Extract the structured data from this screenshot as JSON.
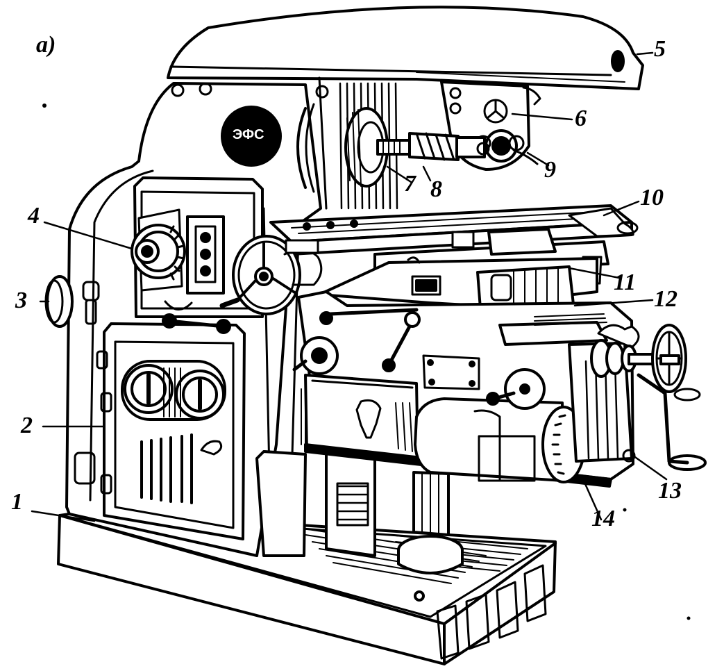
{
  "figure": {
    "panel_label": "a)",
    "badge_text": "ЭФС",
    "callouts": [
      {
        "id": "1",
        "text": "1"
      },
      {
        "id": "2",
        "text": "2"
      },
      {
        "id": "3",
        "text": "3"
      },
      {
        "id": "4",
        "text": "4"
      },
      {
        "id": "5",
        "text": "5"
      },
      {
        "id": "6",
        "text": "6"
      },
      {
        "id": "7",
        "text": "7"
      },
      {
        "id": "8",
        "text": "8"
      },
      {
        "id": "9",
        "text": "9"
      },
      {
        "id": "10",
        "text": "10"
      },
      {
        "id": "11",
        "text": "11"
      },
      {
        "id": "12",
        "text": "12"
      },
      {
        "id": "13",
        "text": "13"
      },
      {
        "id": "14",
        "text": "14"
      }
    ]
  },
  "colors": {
    "ink": "#000000",
    "paper": "#ffffff"
  }
}
